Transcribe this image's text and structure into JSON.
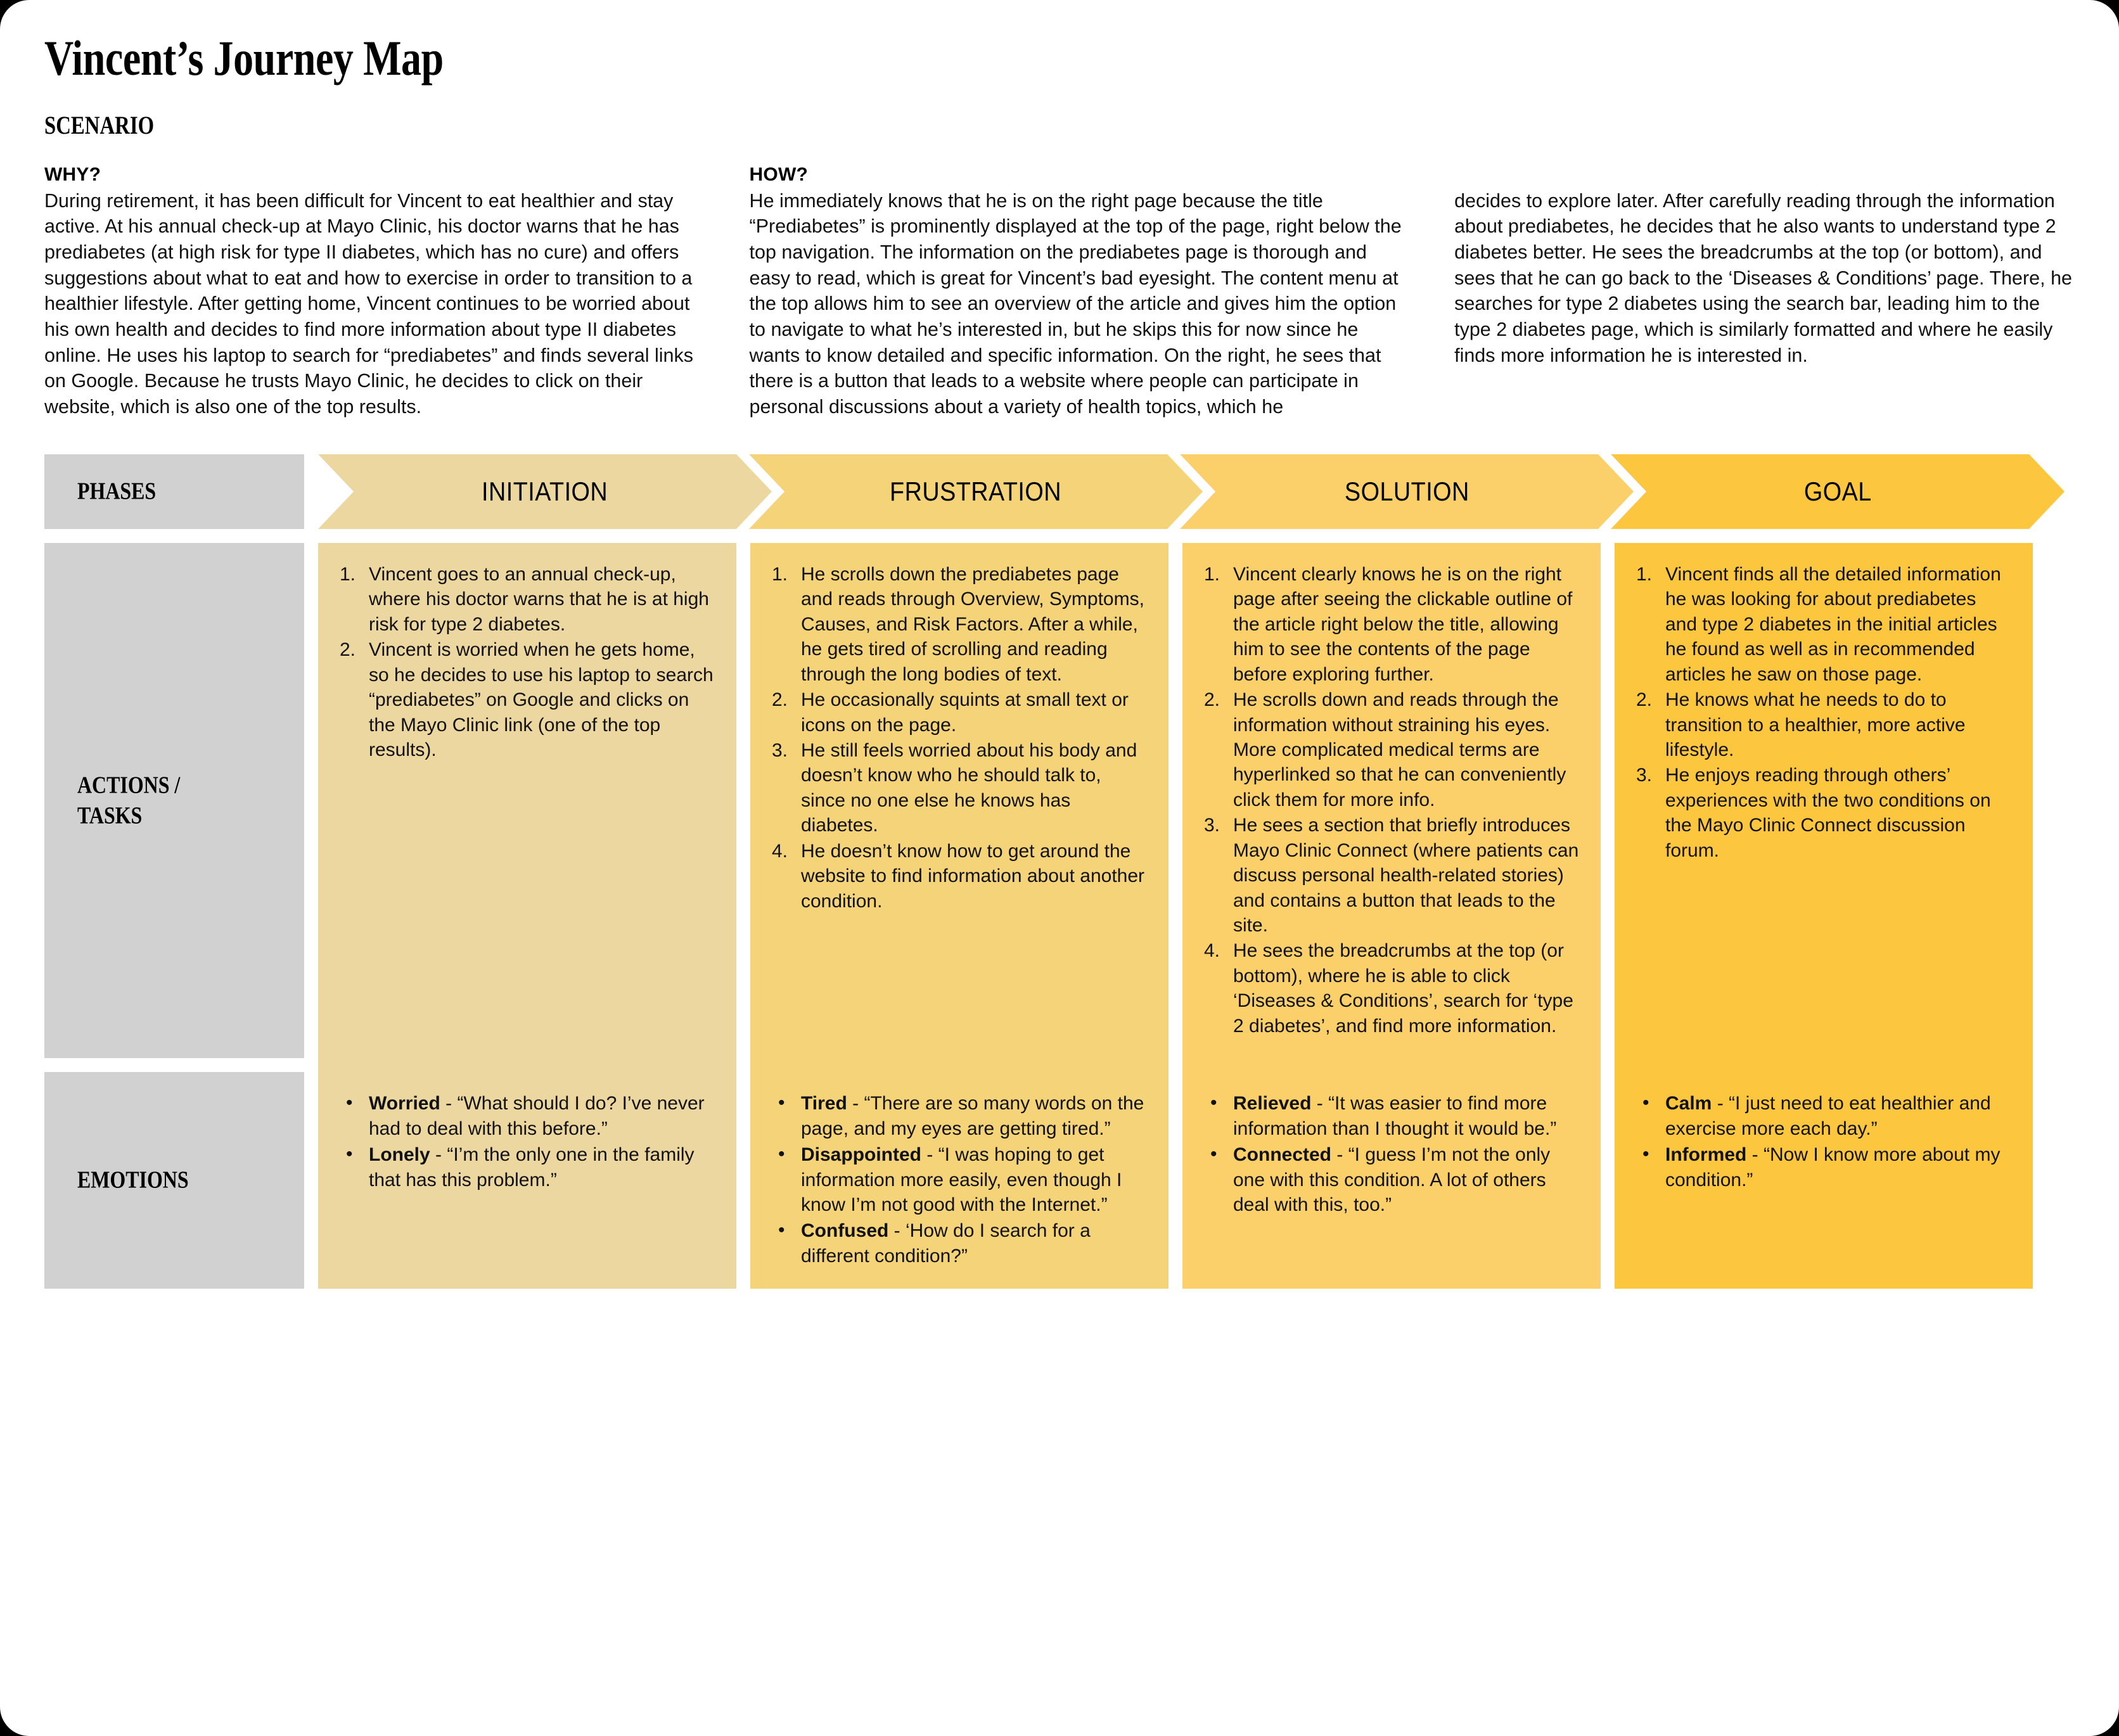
{
  "header": {
    "title": "Vincent’s Journey Map",
    "scenario_label": "SCENARIO",
    "why_heading": "WHY?",
    "why_body": "During retirement, it has been difficult for Vincent to eat healthier and stay active. At his annual check-up at Mayo Clinic, his doctor warns that he has prediabetes (at high risk for type II diabetes, which has no cure) and offers suggestions about what to eat and how to exercise in order to transition to a healthier lifestyle. After getting home, Vincent continues to be worried about his own health and decides to find more information about type II diabetes online. He uses his laptop to search for “prediabetes” and finds several links on Google. Because he trusts Mayo Clinic, he decides to click on their website, which is also one of the top results.",
    "how_heading": "HOW?",
    "how_body": "He immediately knows that he is on the right page because the title “Prediabetes” is prominently displayed at the top of the page, right below the top navigation. The information on the prediabetes page is thorough and easy to read, which is great for Vincent’s bad eyesight. The content menu at the top allows him to see an overview of the article and gives him the option to navigate to what he’s interested in, but he skips this for now since he wants to know detailed and specific information. On the right, he sees that there is a button that leads to a website where people can participate in personal discussions about a variety of health topics, which he",
    "how_body_continued": "decides to explore later. After carefully reading through the information about prediabetes, he decides that he also wants to understand type 2 diabetes better. He sees the breadcrumbs at the top (or bottom), and sees that he can go back to the ‘Diseases & Conditions’ page. There, he searches for type 2 diabetes using the search bar, leading him to the type 2 diabetes page, which is similarly formatted and where he easily finds more information he is interested in."
  },
  "row_labels": {
    "phases": "PHASES",
    "actions": "ACTIONS /\nTASKS",
    "emotions": "EMOTIONS"
  },
  "colors": {
    "label_gray": "#d1d1d1",
    "phase_1": "#eed9a4",
    "phase_2": "#f3d храм",
    "phase_3": "#fcd067",
    "phase_4": "#fcc63f"
  },
  "phases": [
    {
      "name": "INITIATION",
      "color": "#ecd7a0"
    },
    {
      "name": "FRUSTRATION",
      "color": "#f4d379"
    },
    {
      "name": "SOLUTION",
      "color": "#fbd06a"
    },
    {
      "name": "GOAL",
      "color": "#fcc73f"
    }
  ],
  "actions": [
    {
      "phase": "INITIATION",
      "color": "#ecd7a0",
      "items": [
        "Vincent goes to an annual check-up, where his doctor warns that he is at high risk for type 2 diabetes.",
        "Vincent is worried when he gets home, so he decides to use his laptop to search “prediabetes” on Google and clicks on the Mayo Clinic link (one of the top results)."
      ]
    },
    {
      "phase": "FRUSTRATION",
      "color": "#f4d379",
      "items": [
        "He scrolls down the prediabetes page and reads through Overview, Symptoms, Causes, and Risk Factors. After a while, he gets tired of scrolling and reading through the long bodies of text.",
        "He occasionally squints at small text or icons on the page.",
        "He still feels worried about his body and doesn’t know who he should talk to, since no one else he knows has diabetes.",
        "He doesn’t know how to get around the website to find information about another condition."
      ]
    },
    {
      "phase": "SOLUTION",
      "color": "#fbd06a",
      "items": [
        "Vincent clearly knows he is on the right page after seeing the clickable outline of the article right below the title, allowing him to see the contents of the page before exploring further.",
        "He scrolls down and reads through the information without straining his eyes. More complicated medical terms are hyperlinked so that he can conveniently click them for more info.",
        "He sees a section that briefly introduces Mayo Clinic Connect (where patients can discuss personal health-related stories) and contains a button that leads to the site.",
        "He sees the breadcrumbs at the top (or bottom), where he is able to click ‘Diseases & Conditions’, search for ‘type 2 diabetes’, and find more information."
      ]
    },
    {
      "phase": "GOAL",
      "color": "#fcc73f",
      "items": [
        "Vincent finds all the detailed information he was looking for about prediabetes and type 2 diabetes in the initial articles he found as well as in recommended articles he saw on those page.",
        "He knows what he needs to do to transition to a healthier, more active lifestyle.",
        "He enjoys reading through others’ experiences with the two conditions on the Mayo Clinic Connect discussion forum."
      ]
    }
  ],
  "emotions": [
    {
      "phase": "INITIATION",
      "color": "#ecd7a0",
      "items": [
        {
          "name": "Worried",
          "quote": "“What should I do? I’ve never had to deal with this before.”"
        },
        {
          "name": "Lonely",
          "quote": "“I’m the only one in the family that has this problem.”"
        }
      ]
    },
    {
      "phase": "FRUSTRATION",
      "color": "#f4d379",
      "items": [
        {
          "name": "Tired",
          "quote": "“There are so many words on the page, and my eyes are getting tired.”"
        },
        {
          "name": "Disappointed",
          "quote": "“I was hoping to get information more easily, even though I know I’m not good with the Internet.”"
        },
        {
          "name": "Confused",
          "quote": "‘How do I search for a different condition?”"
        }
      ]
    },
    {
      "phase": "SOLUTION",
      "color": "#fbd06a",
      "items": [
        {
          "name": "Relieved",
          "quote": "“It was easier to find more information than I thought it would be.”"
        },
        {
          "name": "Connected",
          "quote": "“I guess I’m not the only one with this condition. A lot of others deal with this, too.”"
        }
      ]
    },
    {
      "phase": "GOAL",
      "color": "#fcc73f",
      "items": [
        {
          "name": "Calm",
          "quote": "“I just need to eat healthier and exercise more each day.”"
        },
        {
          "name": "Informed",
          "quote": "“Now I know more about my condition.”"
        }
      ]
    }
  ]
}
